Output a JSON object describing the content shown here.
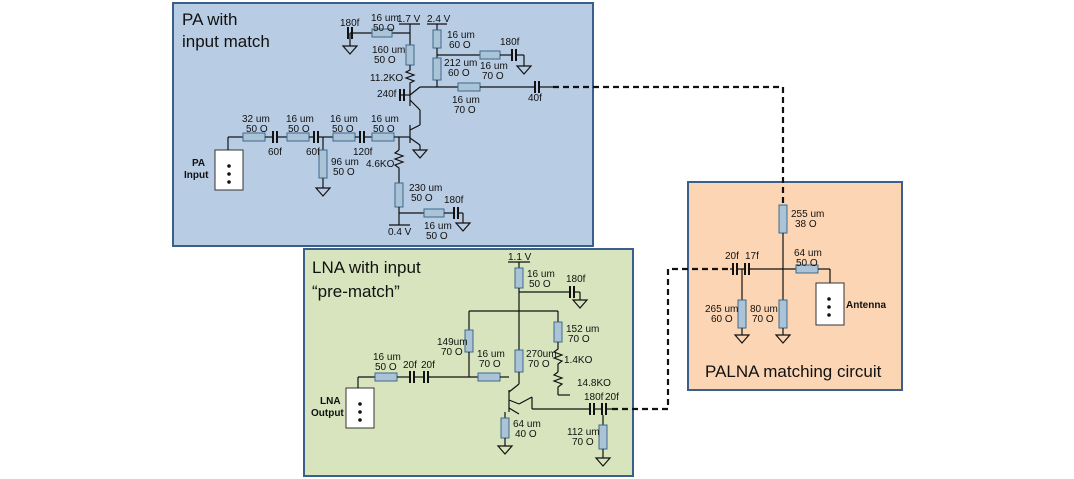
{
  "blocks": {
    "pa": {
      "title_line1": "PA with",
      "title_line2": "input match",
      "color": "#b8cce4",
      "border": "#3a5f8a"
    },
    "lna": {
      "title_line1": "LNA with input",
      "title_line2": "“pre-match”",
      "color": "#d7e4bd",
      "border": "#3a5f8a"
    },
    "palna": {
      "title": "PALNA matching circuit",
      "color": "#fcd5b4",
      "border": "#3a5f8a"
    }
  },
  "ports": {
    "pa_input": {
      "line1": "PA",
      "line2": "Input"
    },
    "lna_output": {
      "line1": "LNA",
      "line2": "Output"
    },
    "antenna": "Antenna"
  },
  "pa_labels": {
    "c180_top": "180f",
    "tl_16_50_top_a": "16 um",
    "tl_16_50_top_b": "50 O",
    "v17": "1.7 V",
    "v24": "2.4 V",
    "tl160_a": "160 um",
    "tl160_b": "50 O",
    "r112": "11.2KO",
    "tl16_60_a": "16 um",
    "tl16_60_b": "60 O",
    "tl212_a": "212 um",
    "tl212_b": "60 O",
    "c180_right": "180f",
    "tl16_70_r_a": "16 um",
    "tl16_70_r_b": "70 O",
    "c240": "240f",
    "tl16_70_out_a": "16 um",
    "tl16_70_out_b": "70 O",
    "c40": "40f",
    "tl32_a": "32 um",
    "tl32_b": "50 O",
    "tl16_50_b_a": "16 um",
    "tl16_50_b_b": "50 O",
    "tl16_50_c_a": "16 um",
    "tl16_50_c_b": "50 O",
    "tl16_50_d_a": "16 um",
    "tl16_50_d_b": "50 O",
    "c60a": "60f",
    "c60b": "60f",
    "c120": "120f",
    "tl96_a": "96 um",
    "tl96_b": "50 O",
    "r46": "4.6KO",
    "tl230_a": "230 um",
    "tl230_b": "50 O",
    "c180_bot": "180f",
    "v04": "0.4 V",
    "tl16_50_bot_a": "16 um",
    "tl16_50_bot_b": "50 O"
  },
  "lna_labels": {
    "v11": "1.1 V",
    "tl16_50_a": "16 um",
    "tl16_50_b": "50 O",
    "c180_top": "180f",
    "tl152_a": "152 um",
    "tl152_b": "70 O",
    "tl149_a": "149um",
    "tl149_b": "70 O",
    "tl16_70_a": "16 um",
    "tl16_70_b": "70 O",
    "tl270_a": "270um",
    "tl270_b": "70 O",
    "r14": "1.4KO",
    "r148": "14.8KO",
    "tl16_50_in_a": "16 um",
    "tl16_50_in_b": "50 O",
    "c20a": "20f",
    "c20b": "20f",
    "c180_out": "180f",
    "c20_out": "20f",
    "tl64_a": "64 um",
    "tl64_b": "40 O",
    "tl112_a": "112 um",
    "tl112_b": "70 O"
  },
  "palna_labels": {
    "tl255_a": "255 um",
    "tl255_b": "38 O",
    "c20": "20f",
    "c17": "17f",
    "tl64_a": "64 um",
    "tl64_b": "50 O",
    "tl265_a": "265 um",
    "tl265_b": "60 O",
    "tl80_a": "80 um",
    "tl80_b": "70 O"
  }
}
